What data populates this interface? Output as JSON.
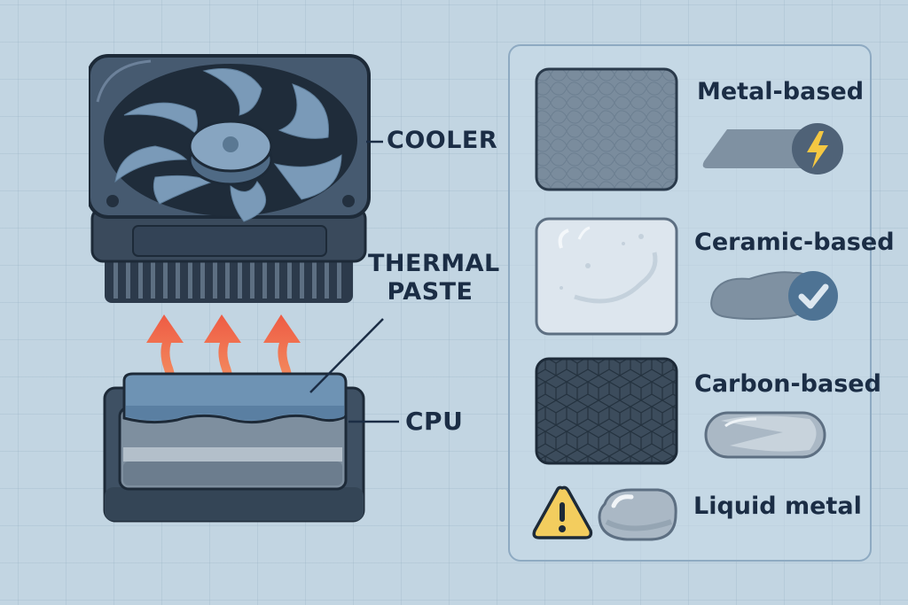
{
  "diagram": {
    "labels": {
      "cooler": "COOLER",
      "thermal_paste_line1": "THERMAL",
      "thermal_paste_line2": "PASTE",
      "cpu": "CPU"
    },
    "components": [
      "cooler-fan",
      "heatsink",
      "thermal-paste-layer",
      "cpu-chip",
      "heat-arrows"
    ],
    "heat_arrow_count": 3
  },
  "materials_panel": {
    "items": [
      {
        "label": "Metal-based",
        "swatch": "metal-texture",
        "icon": "lightning-bolt-icon"
      },
      {
        "label": "Ceramic-based",
        "swatch": "ceramic-texture",
        "icon": "checkmark-icon"
      },
      {
        "label": "Carbon-based",
        "swatch": "carbon-hex-texture",
        "icon": "pill-blob-icon"
      },
      {
        "label": "Liquid metal",
        "swatch": "liquid-droplet",
        "icon": "warning-icon"
      }
    ]
  },
  "colors": {
    "background": "#c2d5e2",
    "dark_navy": "#1b2d45",
    "fan_frame": "#3b4b5e",
    "fan_blade": "#7a9ab8",
    "heat_arrow": "#f0694a",
    "paste_blue": "#6f93b3",
    "warning_yellow": "#f3cd5e",
    "bolt_yellow": "#f5c842",
    "check_badge": "#4e7394"
  }
}
